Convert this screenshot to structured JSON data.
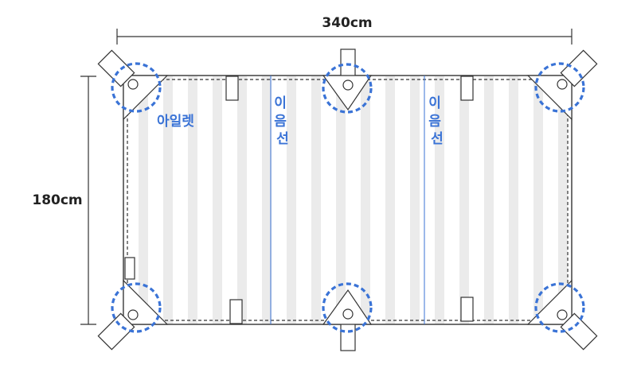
{
  "dimensions": {
    "width_label": "340cm",
    "height_label": "180cm"
  },
  "labels": {
    "eyelet": "아일렛",
    "seam_line_left": "이음선",
    "seam_line_right": "이음선"
  },
  "colors": {
    "highlight": "#3a73d6",
    "stripe": "#ebebeb",
    "outline": "#333333",
    "seam": "#3a73d6"
  }
}
